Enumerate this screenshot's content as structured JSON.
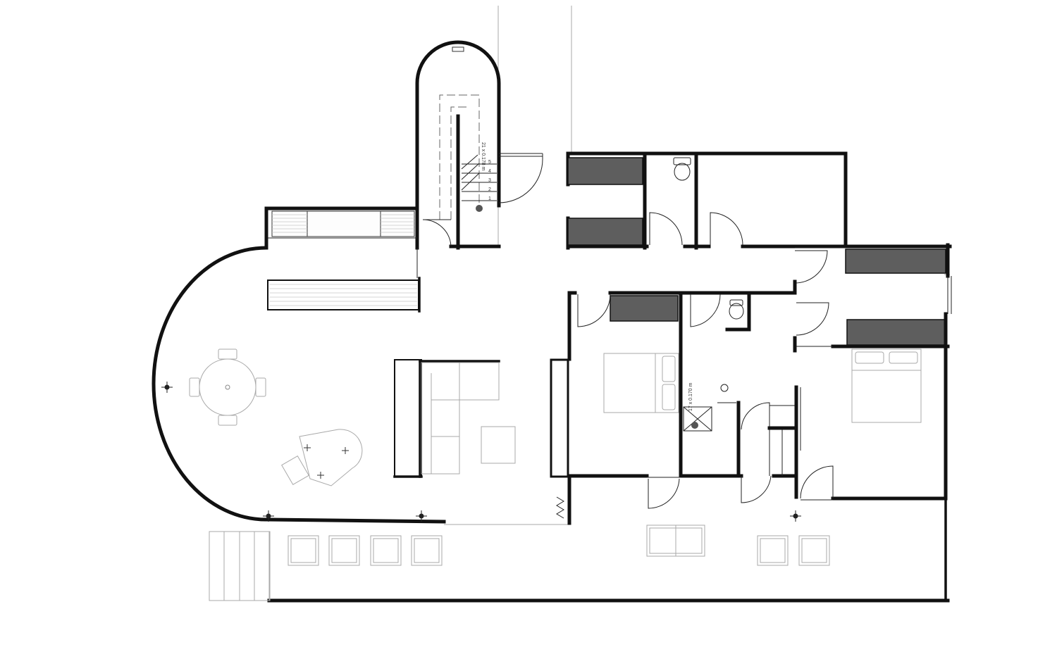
{
  "drawing": {
    "stair_tower_label": "21 x 0.178 m",
    "stair_steps": [
      "1",
      "2",
      "3",
      "4",
      "5"
    ],
    "spiral_stair_label": "17 x 0.170 m"
  },
  "colors": {
    "wall": "#111111",
    "closet_fill": "#5e5e5e",
    "furniture": "#a9a9a9"
  }
}
